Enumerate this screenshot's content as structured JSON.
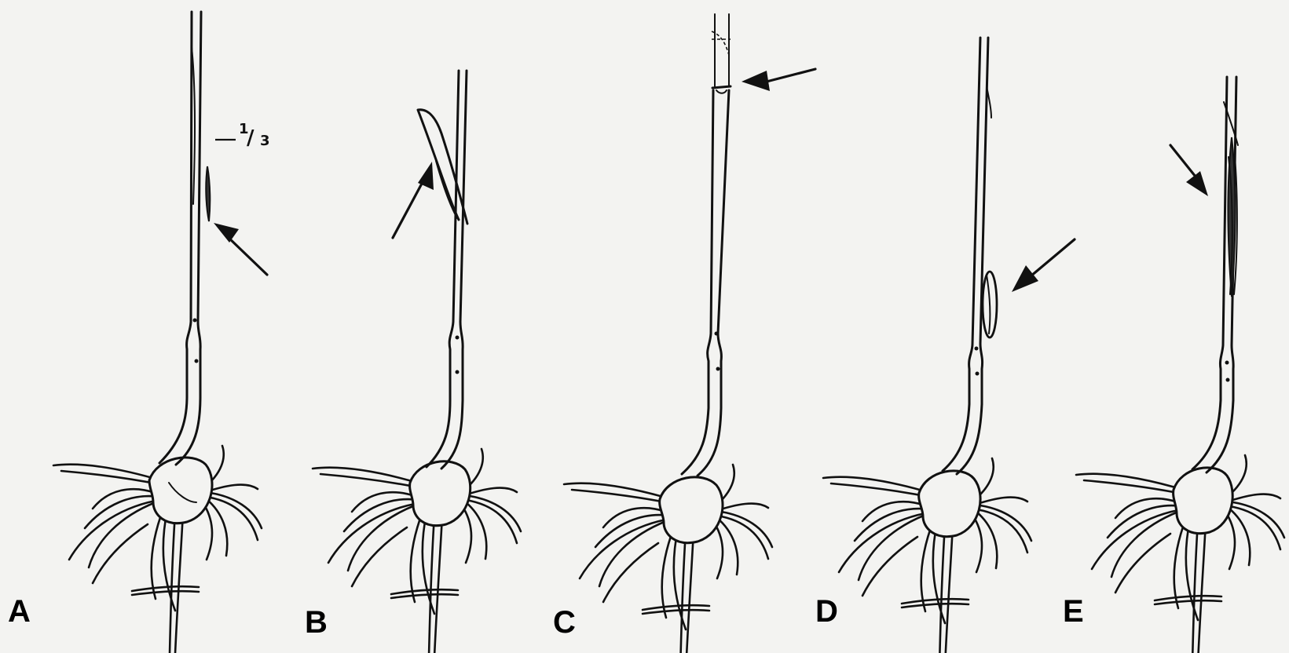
{
  "figure": {
    "panels": [
      {
        "id": "A",
        "label": "A"
      },
      {
        "id": "B",
        "label": "B"
      },
      {
        "id": "C",
        "label": "C"
      },
      {
        "id": "D",
        "label": "D"
      },
      {
        "id": "E",
        "label": "E"
      }
    ],
    "annotations": {
      "fraction_numerator": "1",
      "fraction_slash": "/",
      "fraction_denominator": "3"
    },
    "colors": {
      "background": "#f3f3f1",
      "ink": "#111111"
    },
    "icons": [
      "arrow-icon"
    ]
  }
}
